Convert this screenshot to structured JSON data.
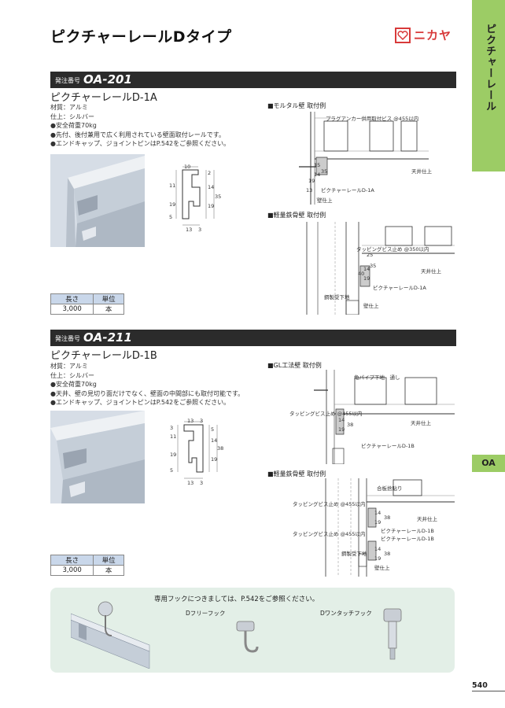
{
  "header": {
    "title": "ピクチャーレールDタイプ",
    "brand": "ニカヤ",
    "side_tab": "ピクチャーレール",
    "side_tab_oa": "OA"
  },
  "products": [
    {
      "order_label": "発注番号",
      "code": "OA-201",
      "name": "ピクチャーレールD-1A",
      "specs": [
        "材質：アルミ",
        "仕上：シルバー",
        "●安全荷重70kg",
        "●先付、後付兼用で広く利用されている壁面取付レールです。",
        "●エンドキャップ、ジョイントピンはP.542をご参照ください。"
      ],
      "table": {
        "headers": [
          "長さ",
          "単位"
        ],
        "row": [
          "3,000",
          "本"
        ]
      },
      "dims": {
        "d10": "10",
        "d2": "2",
        "d11": "11",
        "d14": "14",
        "d19a": "19",
        "d19b": "19",
        "d35": "35",
        "d5": "5",
        "d13": "13",
        "d3": "3"
      },
      "install": [
        {
          "title": "■モルタル壁 取付例",
          "notes": [
            "プラグアンカー併用取付ビス @455以内",
            "天井仕上",
            "ピクチャーレールD-1A",
            "壁仕上"
          ],
          "dims": [
            "15",
            "35",
            "14",
            "19",
            "13"
          ]
        },
        {
          "title": "■軽量鉄骨壁 取付例",
          "notes": [
            "タッピングビス止め @350以内",
            "天井仕上",
            "ピクチャーレールD-1A",
            "鋼製受下地",
            "壁仕上"
          ],
          "dims": [
            "25",
            "35",
            "14",
            "19",
            "40"
          ]
        }
      ]
    },
    {
      "order_label": "発注番号",
      "code": "OA-211",
      "name": "ピクチャーレールD-1B",
      "specs": [
        "材質：アルミ",
        "仕上：シルバー",
        "●安全荷重70kg",
        "●天井、壁の見切り面だけでなく、壁面の中間部にも取付可能です。",
        "●エンドキャップ、ジョイントピンはP.542をご参照ください。"
      ],
      "table": {
        "headers": [
          "長さ",
          "単位"
        ],
        "row": [
          "3,000",
          "本"
        ]
      },
      "dims": {
        "d13a": "13",
        "d3a": "3",
        "d3b": "3",
        "d11": "11",
        "d5a": "5",
        "d14": "14",
        "d38": "38",
        "d19a": "19",
        "d19b": "19",
        "d5b": "5",
        "d13b": "13",
        "d3c": "3"
      },
      "install": [
        {
          "title": "■GL工法壁 取付例",
          "notes": [
            "角パイプ下地　通し",
            "タッピングビス止め @455以内",
            "天井仕上",
            "ピクチャーレールD-1B"
          ],
          "dims": [
            "14",
            "19",
            "38"
          ]
        },
        {
          "title": "■軽量鉄骨壁 取付例",
          "notes": [
            "合板捨貼り",
            "タッピングビス止め @455以内",
            "タッピングビス止め @455以内",
            "天井仕上",
            "ピクチャーレールD-1B",
            "ピクチャーレールD-1B",
            "鋼製受下地",
            "壁仕上"
          ],
          "dims": [
            "14",
            "19",
            "38",
            "14",
            "19",
            "38"
          ]
        }
      ]
    }
  ],
  "hooks": {
    "note": "専用フックにつきましては、P.542をご参照ください。",
    "items": [
      "Dフリーフック",
      "Dワンタッチフック"
    ]
  },
  "page_number": "540"
}
